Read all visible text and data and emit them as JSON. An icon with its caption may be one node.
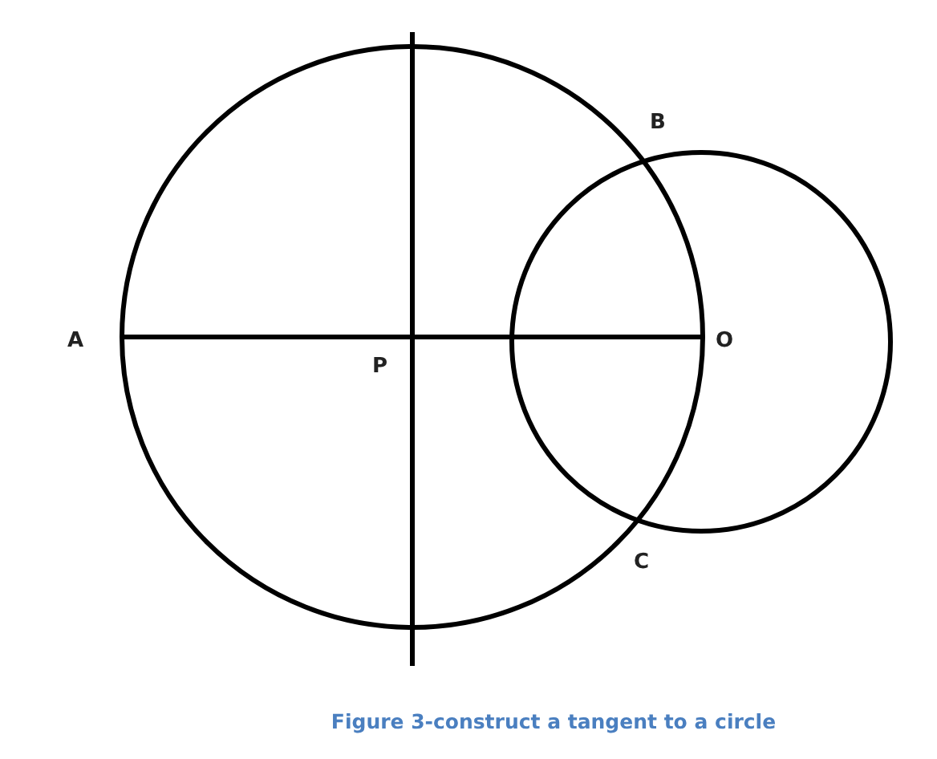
{
  "diagram": {
    "caption": "Figure 3-construct a tangent to a circle",
    "labels": [
      "B",
      "A",
      "O",
      "P",
      "C"
    ]
  }
}
